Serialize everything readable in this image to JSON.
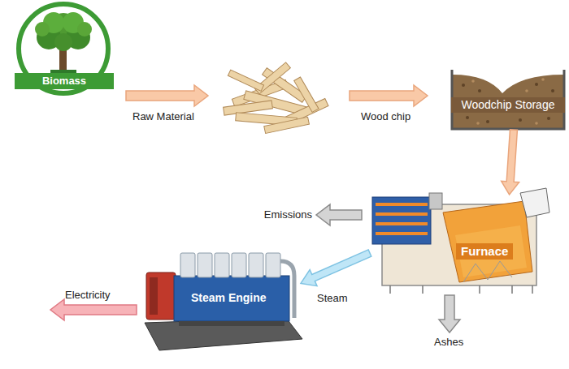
{
  "diagram": {
    "nodes": [
      {
        "text": [
          "Biomass"
        ]
      },
      {
        "text": [
          "Woodchip Storage"
        ]
      },
      {
        "text": [
          "Furnace"
        ]
      },
      {
        "text": [
          "Steam Engine"
        ]
      }
    ],
    "edges": [
      {
        "from": 1,
        "to": 2,
        "arrow": "to"
      },
      {
        "from": 2,
        "to": 3,
        "label": "Steam",
        "arrow": "to"
      }
    ],
    "labels": [
      "Raw Material",
      "Wood chip",
      "Emissions",
      "Ashes",
      "Electricity"
    ]
  }
}
